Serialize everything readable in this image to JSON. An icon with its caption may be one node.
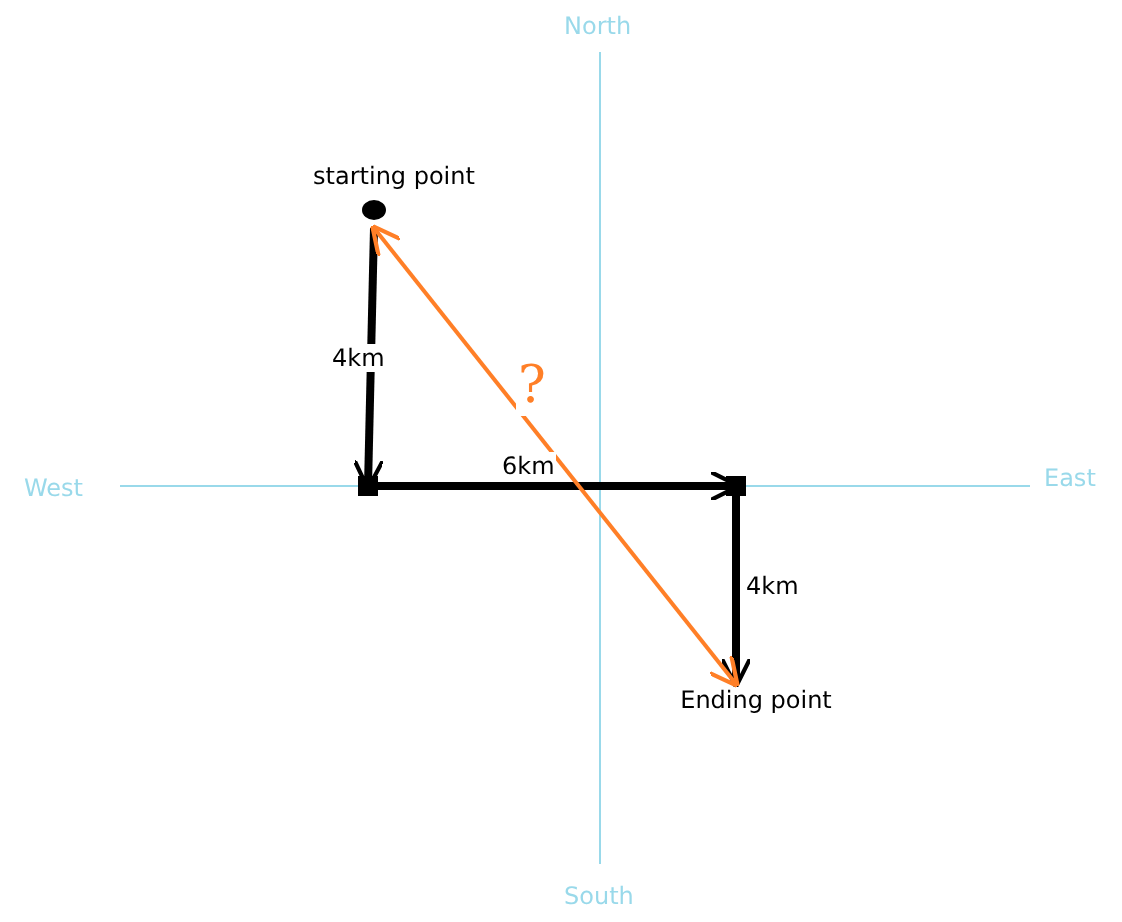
{
  "diagram": {
    "nodes": [
      {
        "text": [
          "starting point"
        ]
      },
      {
        "text": [],
        "shape": "point"
      },
      {
        "text": [],
        "shape": "point"
      },
      {
        "text": [
          "Ending point"
        ]
      }
    ],
    "edges": [
      {
        "from": 0,
        "to": 1,
        "arrow": "to",
        "label": "4km"
      },
      {
        "from": 1,
        "to": 2,
        "arrow": "to",
        "label": "6km"
      },
      {
        "from": 2,
        "to": 3,
        "arrow": "to",
        "label": "4km"
      },
      {
        "from": 0,
        "to": 3,
        "arrow": "both",
        "label": "?",
        "color": "#ff7f27"
      }
    ],
    "labels": [
      "North",
      "West",
      "East",
      "South"
    ]
  }
}
